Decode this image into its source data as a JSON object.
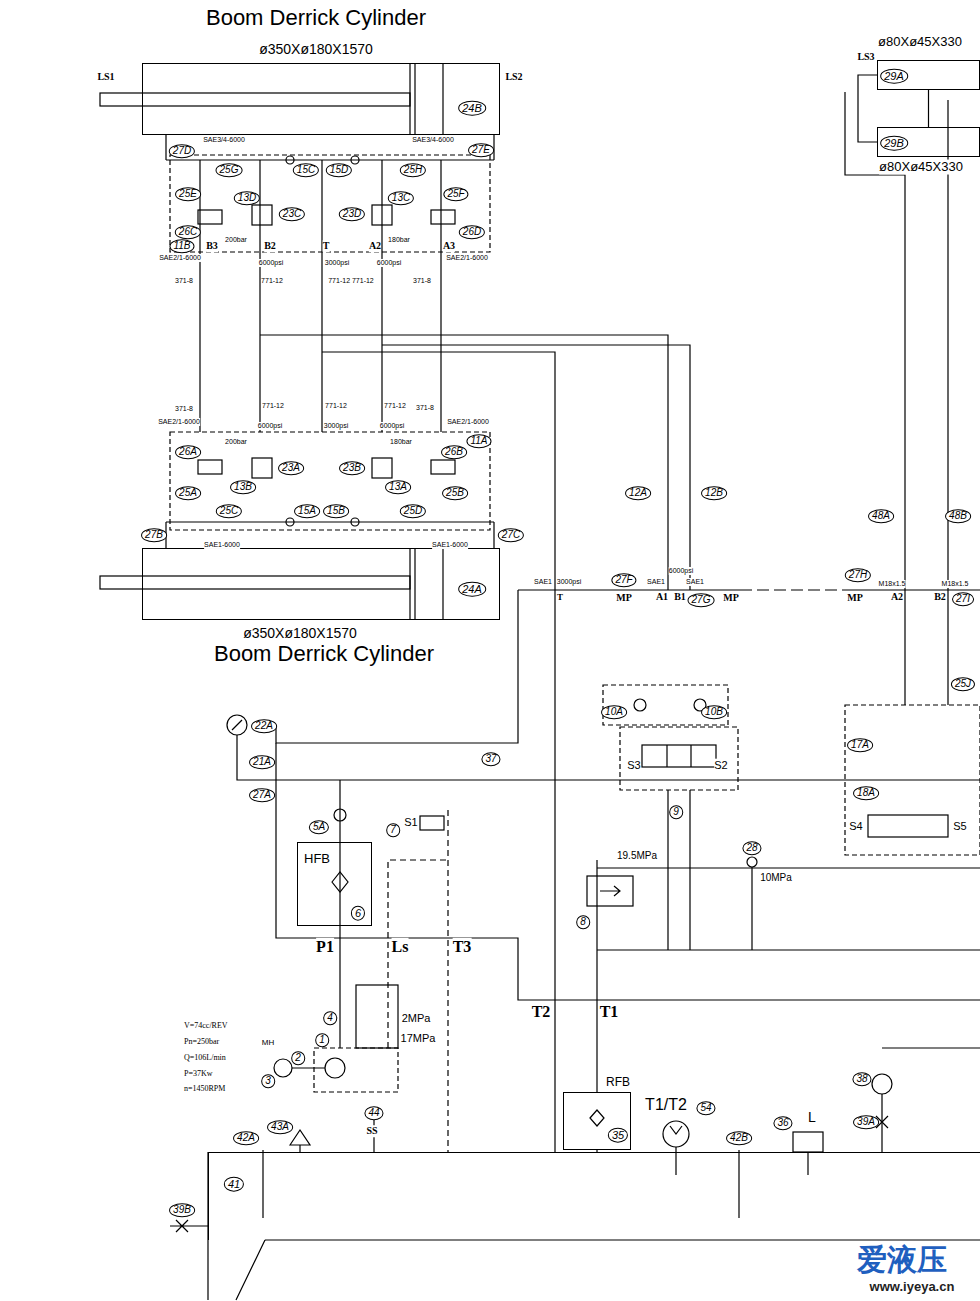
{
  "diagram": {
    "nodes": [
      {
        "text": [
          "24B"
        ]
      },
      {
        "text": [
          "24A"
        ]
      },
      {
        "text": [
          "29A"
        ]
      },
      {
        "text": [
          "29B"
        ]
      },
      {
        "text": [
          "HFB",
          "6"
        ]
      },
      {
        "text": [
          "RFB",
          "35"
        ]
      },
      {
        "text": [
          "41"
        ]
      }
    ],
    "edges": [
      {
        "from": 2,
        "to": 3,
        "arrow": "none"
      },
      {
        "from": 5,
        "to": 6,
        "arrow": "none"
      }
    ],
    "labels": [
      "Boom Derrick Cylinder",
      "ø350Xø180X1570",
      "LS1",
      "LS2",
      "SAE3/4-6000",
      "SAE3/4-6000",
      "27D",
      "27E",
      "25G",
      "15C",
      "15D",
      "25H",
      "25E",
      "13D",
      "13C",
      "25F",
      "23C",
      "23D",
      "26C",
      "26D",
      "200bar",
      "180bar",
      "11B",
      "B3",
      "B2",
      "T",
      "A2",
      "A3",
      "SAE2/1-6000",
      "6000psi",
      "3000psi",
      "6000psi",
      "SAE2/1-6000",
      "371-8",
      "771-12",
      "771-12 771-12",
      "371-8",
      "371-8",
      "771-12",
      "771-12",
      "771-12",
      "371-8",
      "SAE2/1-6000",
      "6000psi",
      "3000psi",
      "6000psi",
      "SAE2/1-6000",
      "200bar",
      "180bar",
      "11A",
      "26A",
      "26B",
      "23A",
      "23B",
      "13B",
      "13A",
      "25A",
      "25B",
      "25C",
      "15A",
      "15B",
      "25D",
      "27B",
      "27C",
      "SAE1-6000",
      "SAE1-6000",
      "ø350Xø180X1570",
      "Boom Derrick Cylinder",
      "ø80Xø45X330",
      "LS3",
      "ø80Xø45X330",
      "12A",
      "12B",
      "48A",
      "48B",
      "6000psi",
      "SAE1",
      "3000psi",
      "T",
      "27F",
      "SAE1",
      "SAE1",
      "MP",
      "A1",
      "B1",
      "27G",
      "MP",
      "27H",
      "M18x1.5",
      "M18x1.5",
      "MP",
      "A2",
      "B2",
      "27I",
      "25J",
      "10A",
      "10B",
      "17A",
      "18A",
      "S3",
      "S2",
      "9",
      "S4",
      "S5",
      "28",
      "10MPa",
      "19.5MPa",
      "8",
      "22A",
      "21A",
      "27A",
      "37",
      "5A",
      "7",
      "S1",
      "P1",
      "Ls",
      "T3",
      "T2",
      "T1",
      "4",
      "2MPa",
      "17MPa",
      "1",
      "MH",
      "2",
      "3",
      "V=74cc/REV",
      "Pn=250bar",
      "Q=106L/min",
      "P=37Kw",
      "n=1450RPM",
      "44",
      "SS",
      "T1/T2",
      "54",
      "36",
      "L",
      "38",
      "39A",
      "42A",
      "43A",
      "42B",
      "39B",
      "爱液压",
      "www.iyeya.cn"
    ]
  }
}
